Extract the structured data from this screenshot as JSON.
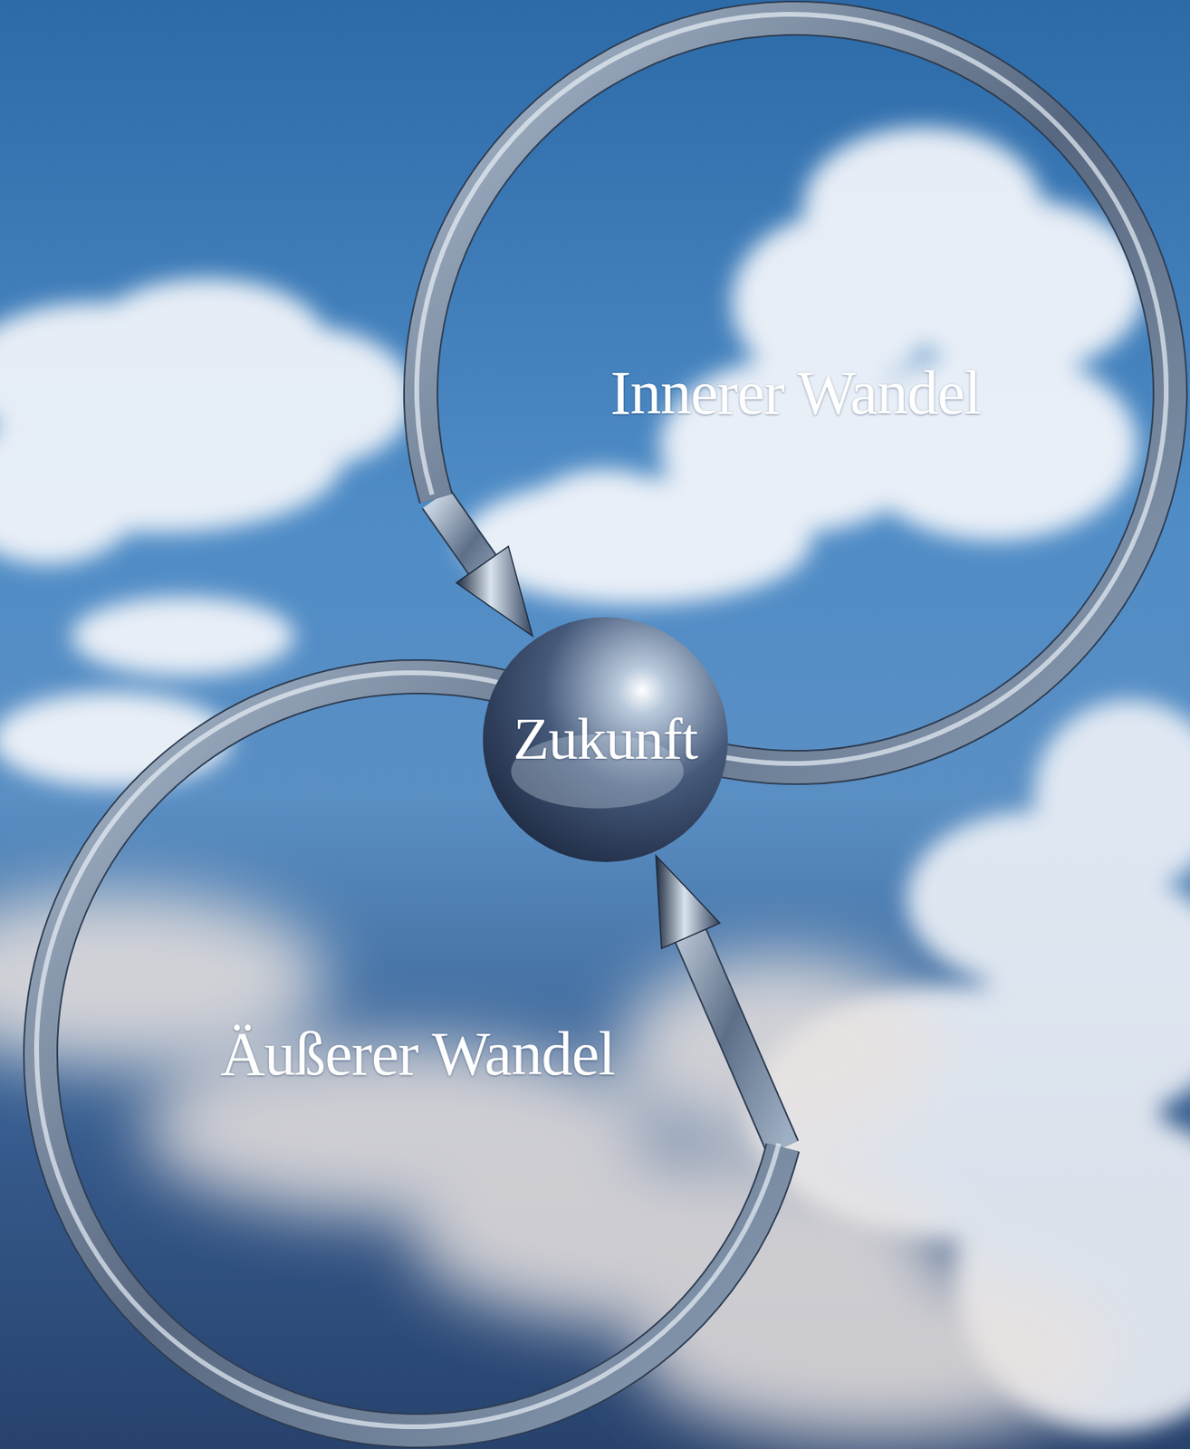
{
  "diagram": {
    "nodes": [
      {
        "text": [
          "Innerer Wandel"
        ]
      },
      {
        "text": [
          "Zukunft"
        ]
      },
      {
        "text": [
          "Äußerer Wandel"
        ]
      }
    ],
    "edges": [
      {
        "from": 0,
        "to": 1,
        "arrow": "to"
      },
      {
        "from": 2,
        "to": 1,
        "arrow": "to"
      }
    ]
  }
}
